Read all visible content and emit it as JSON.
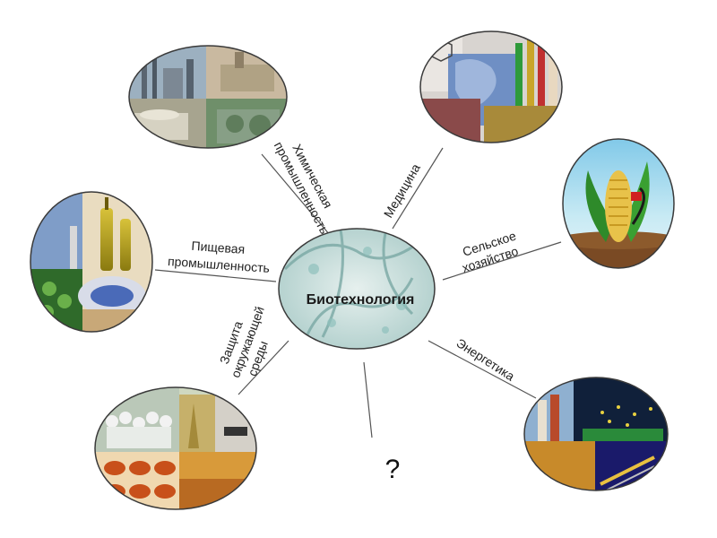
{
  "center": {
    "label": "Биотехнология"
  },
  "branches": {
    "chemical": {
      "lines": [
        "Химическая",
        "промышленность"
      ]
    },
    "medicine": {
      "lines": [
        "Медицина"
      ]
    },
    "agriculture": {
      "lines": [
        "Сельское",
        "хозяйство"
      ]
    },
    "food": {
      "lines": [
        "Пищевая",
        "промышленность"
      ]
    },
    "environment": {
      "lines": [
        "Защита",
        "окружающей",
        "среды"
      ]
    },
    "energy": {
      "lines": [
        "Энергетика"
      ]
    }
  },
  "unknown": {
    "label": "?"
  },
  "colors": {
    "spoke": "#555555",
    "ring": "#3a3a3a",
    "text": "#222222"
  }
}
